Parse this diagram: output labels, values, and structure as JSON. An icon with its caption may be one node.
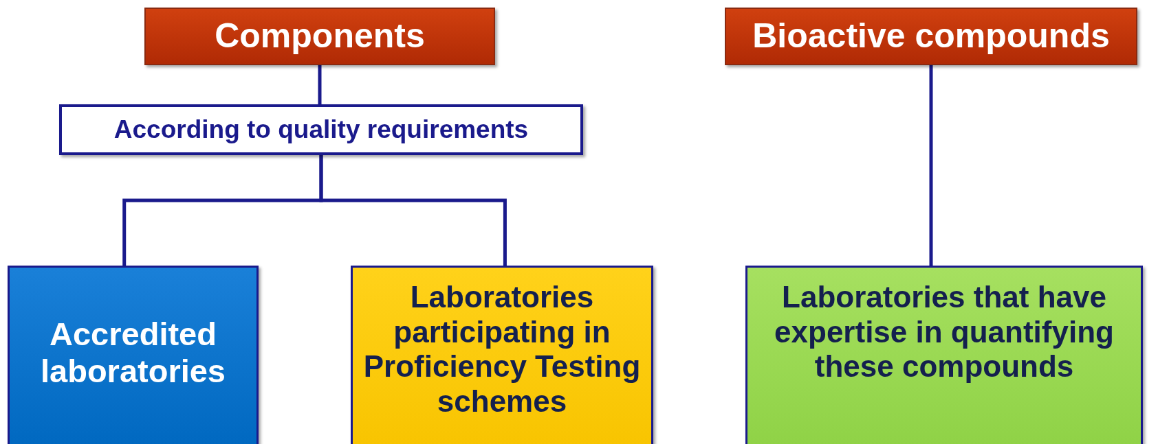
{
  "diagram": {
    "nodes": [
      {
        "text": [
          "Components"
        ]
      },
      {
        "text": [
          "According to quality requirements"
        ]
      },
      {
        "text": [
          "Accredited laboratories"
        ]
      },
      {
        "text": [
          "Laboratories participating in Proficiency Testing schemes"
        ]
      },
      {
        "text": [
          "Bioactive compounds"
        ]
      },
      {
        "text": [
          "Laboratories that have expertise in quantifying these compounds"
        ]
      }
    ],
    "edges": [
      {
        "from": 0,
        "to": 1,
        "arrow": "none"
      },
      {
        "from": 1,
        "to": 2,
        "arrow": "none"
      },
      {
        "from": 1,
        "to": 3,
        "arrow": "none"
      },
      {
        "from": 4,
        "to": 5,
        "arrow": "none"
      }
    ]
  }
}
